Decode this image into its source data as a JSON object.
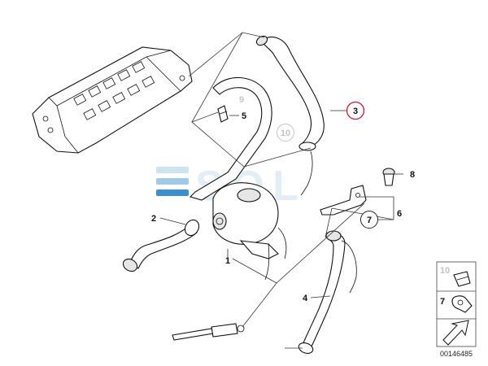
{
  "diagram": {
    "watermark": "SOL",
    "reference_number": "00146485",
    "callouts": [
      {
        "id": "c1",
        "label": "1"
      },
      {
        "id": "c2",
        "label": "2"
      },
      {
        "id": "c3",
        "label": "3"
      },
      {
        "id": "c4",
        "label": "4"
      },
      {
        "id": "c5",
        "label": "5"
      },
      {
        "id": "c6",
        "label": "6"
      },
      {
        "id": "c7",
        "label": "7"
      },
      {
        "id": "c8",
        "label": "8"
      },
      {
        "id": "c9",
        "label": "9"
      },
      {
        "id": "c10",
        "label": "10"
      }
    ],
    "legend": {
      "item_top": "10",
      "item_mid": "7"
    },
    "colors": {
      "highlight_circle": "#d0142c",
      "watermark": "#d7e9f4",
      "watermark_accent": "#3b8fd0"
    }
  }
}
